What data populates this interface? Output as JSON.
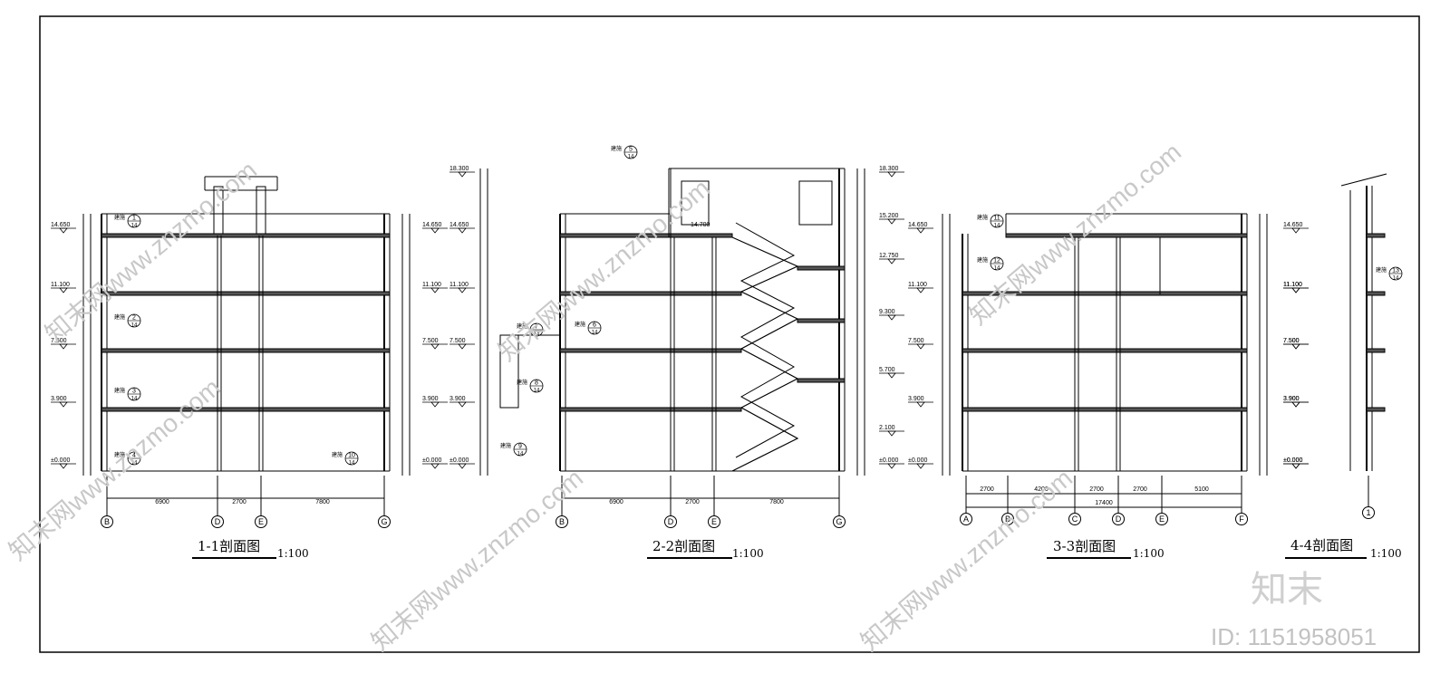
{
  "sections": [
    {
      "title": "1-1剖面图",
      "scale": "1:100",
      "axes": [
        "B",
        "D",
        "E",
        "G"
      ],
      "spans": [
        "6900",
        "2700",
        "7800"
      ],
      "left_levels": [
        "14.650",
        "11.100",
        "7.500",
        "3.900",
        "±0.000"
      ],
      "right_levels": [
        "14.650",
        "11.100",
        "7.500",
        "3.900",
        "±0.000"
      ],
      "tags": [
        {
          "num": "1",
          "sheet": "14",
          "note": "建施"
        },
        {
          "num": "2",
          "sheet": "14",
          "note": "建施"
        },
        {
          "num": "3",
          "sheet": "14",
          "note": "建施"
        },
        {
          "num": "4",
          "sheet": "14",
          "note": "建施"
        },
        {
          "num": "10",
          "sheet": "14",
          "note": "建施"
        }
      ]
    },
    {
      "title": "2-2剖面图",
      "scale": "1:100",
      "axes": [
        "B",
        "D",
        "E",
        "G"
      ],
      "spans": [
        "6900",
        "2700",
        "7800"
      ],
      "left_levels": [
        "18.300",
        "14.650",
        "11.100",
        "7.500",
        "3.900",
        "±0.000"
      ],
      "right_levels": [
        "18.300",
        "15.200",
        "12.750",
        "9.300",
        "5.700",
        "2.100",
        "±0.000"
      ],
      "inner_level": "14.700",
      "tags": [
        {
          "num": "5",
          "sheet": "14",
          "note": "建施"
        },
        {
          "num": "6",
          "sheet": "14",
          "note": "建施"
        },
        {
          "num": "7",
          "sheet": "14",
          "note": "建施"
        },
        {
          "num": "8",
          "sheet": "14",
          "note": "建施"
        },
        {
          "num": "9",
          "sheet": "14",
          "note": "建施"
        }
      ]
    },
    {
      "title": "3-3剖面图",
      "scale": "1:100",
      "axes": [
        "A",
        "B",
        "C",
        "D",
        "E",
        "F"
      ],
      "spans": [
        "2700",
        "4200",
        "2700",
        "2700",
        "5100"
      ],
      "total": "17400",
      "left_levels": [
        "14.650",
        "11.100",
        "7.500",
        "3.900",
        "±0.000"
      ],
      "right_levels": [
        "11.100",
        "7.500",
        "3.900",
        "±0.000"
      ],
      "tags": [
        {
          "num": "11",
          "sheet": "14",
          "note": "建施"
        },
        {
          "num": "12",
          "sheet": "14",
          "note": "建施"
        }
      ]
    },
    {
      "title": "4-4剖面图",
      "scale": "1:100",
      "axes": [
        "1"
      ],
      "levels": [
        "14.650",
        "11.100",
        "7.500",
        "3.900",
        "±0.000"
      ],
      "tags": [
        {
          "num": "13",
          "sheet": "14",
          "note": "建施"
        }
      ]
    }
  ],
  "watermark": {
    "text": "知末网www.znzmo.com",
    "brand": "知末",
    "id": "ID: 1151958051"
  },
  "colors": {
    "line": "#000000",
    "slab": "#555555",
    "watermark": "#c8c8c8"
  }
}
